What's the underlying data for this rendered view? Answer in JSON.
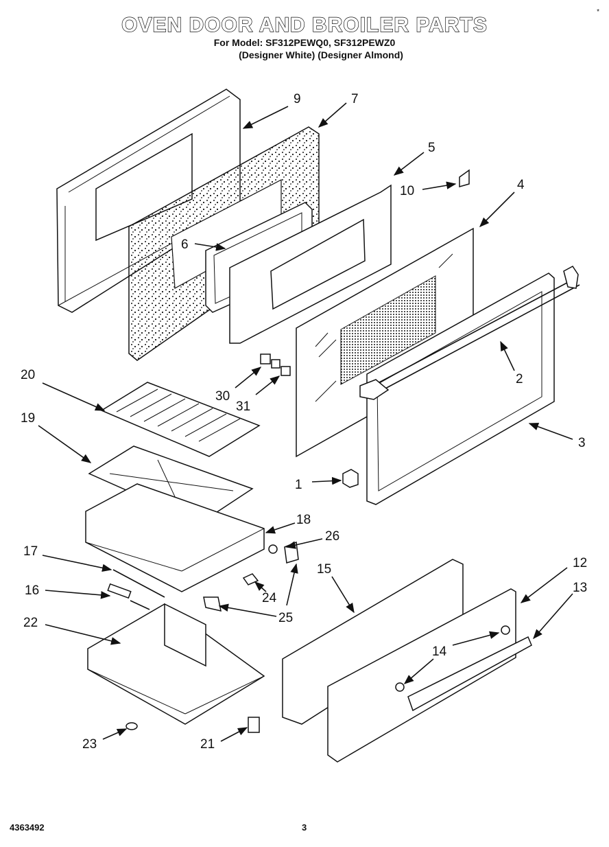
{
  "header": {
    "title": "OVEN DOOR AND BROILER PARTS",
    "models_line": "For Model: SF312PEWQ0, SF312PEWZ0",
    "colors_line": "(Designer White) (Designer Almond)",
    "corner_mark": "*"
  },
  "footer": {
    "document_number": "4363492",
    "page_number": "3"
  },
  "callouts": [
    {
      "id": "c9",
      "label": "9"
    },
    {
      "id": "c7",
      "label": "7"
    },
    {
      "id": "c5",
      "label": "5"
    },
    {
      "id": "c10",
      "label": "10"
    },
    {
      "id": "c4",
      "label": "4"
    },
    {
      "id": "c6",
      "label": "6"
    },
    {
      "id": "c2",
      "label": "2"
    },
    {
      "id": "c3",
      "label": "3"
    },
    {
      "id": "c20",
      "label": "20"
    },
    {
      "id": "c30",
      "label": "30"
    },
    {
      "id": "c31",
      "label": "31"
    },
    {
      "id": "c19",
      "label": "19"
    },
    {
      "id": "c1",
      "label": "1"
    },
    {
      "id": "c18",
      "label": "18"
    },
    {
      "id": "c26",
      "label": "26"
    },
    {
      "id": "c17",
      "label": "17"
    },
    {
      "id": "c15",
      "label": "15"
    },
    {
      "id": "c12",
      "label": "12"
    },
    {
      "id": "c13",
      "label": "13"
    },
    {
      "id": "c16",
      "label": "16"
    },
    {
      "id": "c24",
      "label": "24"
    },
    {
      "id": "c25",
      "label": "25"
    },
    {
      "id": "c22",
      "label": "22"
    },
    {
      "id": "c14",
      "label": "14"
    },
    {
      "id": "c23",
      "label": "23"
    },
    {
      "id": "c21",
      "label": "21"
    }
  ]
}
